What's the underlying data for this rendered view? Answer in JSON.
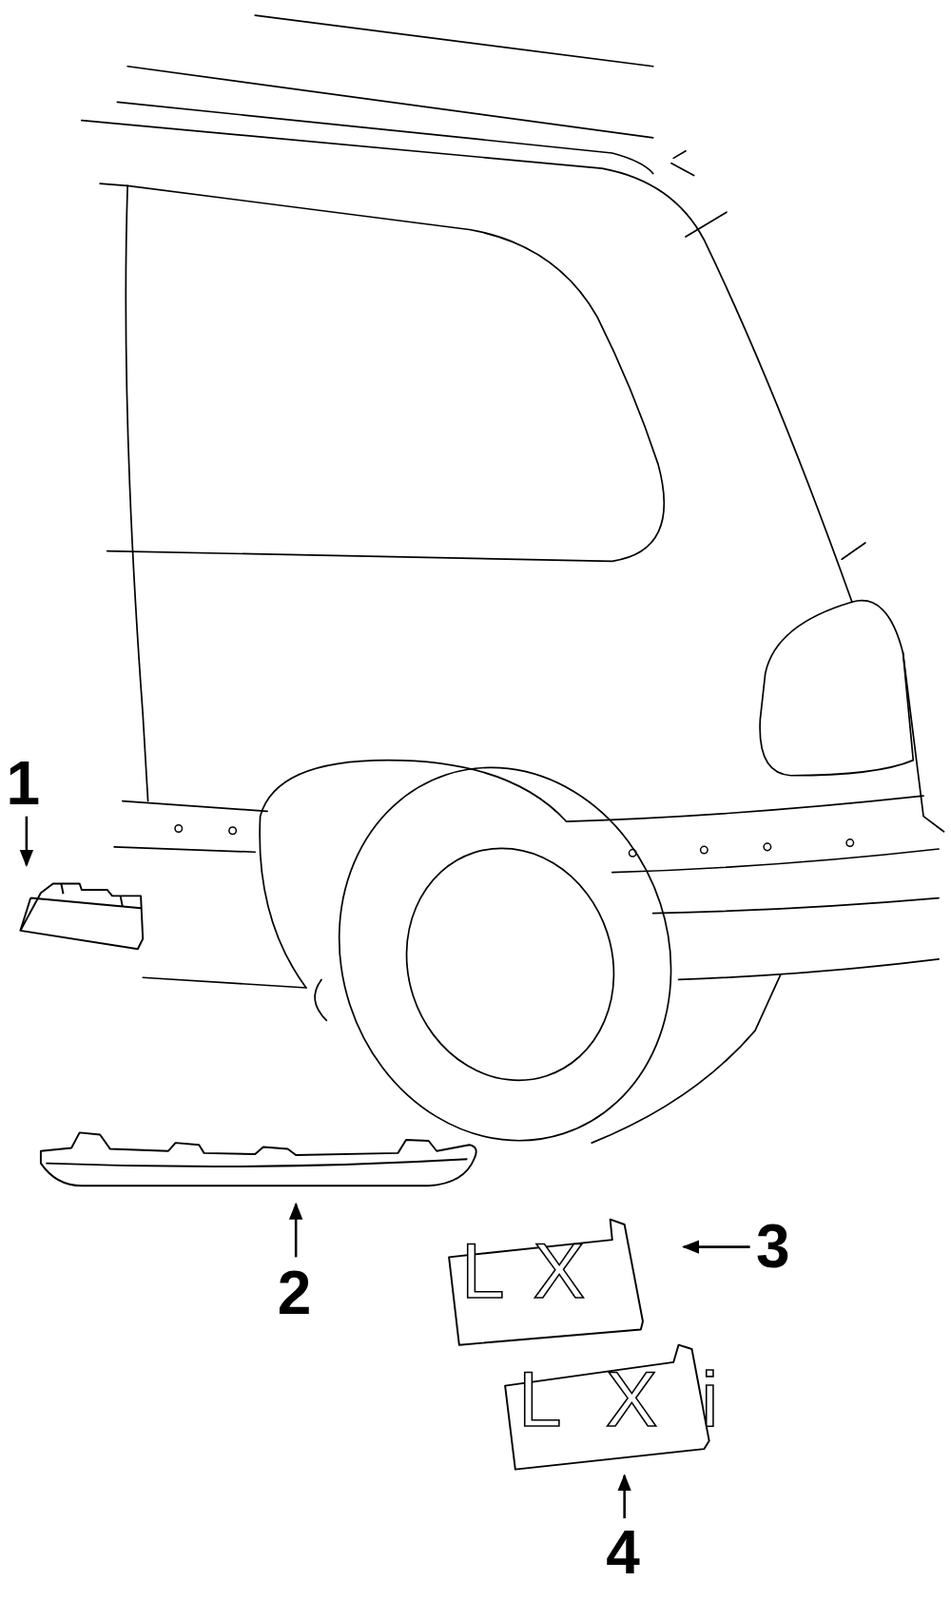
{
  "diagram": {
    "labels": [
      "1",
      "2",
      "3",
      "4",
      "LX",
      "LXi"
    ]
  }
}
